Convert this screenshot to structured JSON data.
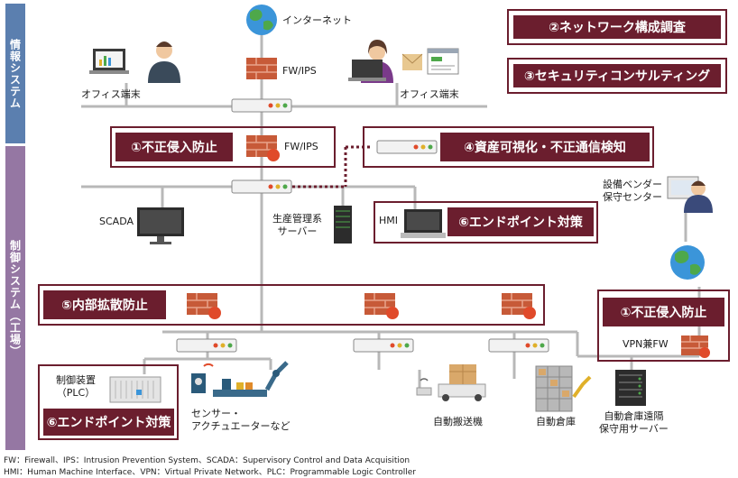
{
  "sidebar": {
    "info_system": "情報システム",
    "control_system": "制御システム（工場）"
  },
  "labels": {
    "internet": "インターネット",
    "fw_ips_top": "FW/IPS",
    "fw_ips_mid": "FW/IPS",
    "office_left": "オフィス端末",
    "office_right": "オフィス端末",
    "scada": "SCADA",
    "production_server": "生産管理系\nサーバー",
    "hmi": "HMI",
    "vendor_center": "設備ベンダー\n保守センター",
    "vpn_fw": "VPN兼FW",
    "plc": "制御装置\n（PLC）",
    "sensor": "センサー・\nアクチュエーターなど",
    "agv": "自動搬送機",
    "auto_warehouse": "自動倉庫",
    "remote_server": "自動倉庫遠隔\n保守用サーバー"
  },
  "badges": {
    "network_survey": "②ネットワーク構成調査",
    "security_consulting": "③セキュリティコンサルティング",
    "intrusion_prevention_mid": "①不正侵入防止",
    "asset_visualization": "④資産可視化・不正通信検知",
    "endpoint_hmi": "⑥エンドポイント対策",
    "lateral_spread": "⑤内部拡散防止",
    "intrusion_prevention_vpn": "①不正侵入防止",
    "endpoint_plc": "⑥エンドポイント対策"
  },
  "colors": {
    "accent": "#6b1e2e",
    "info_bar": "#5b7faf",
    "control_bar": "#9577a3",
    "firewall": "#c75a38"
  },
  "footnotes": {
    "line1": "FW：Firewall、IPS：Intrusion Prevention System、SCADA：Supervisory Control and Data Acquisition",
    "line2": "HMI：Human Machine Interface、VPN：Virtual Private Network、PLC：Programmable Logic Controller"
  }
}
